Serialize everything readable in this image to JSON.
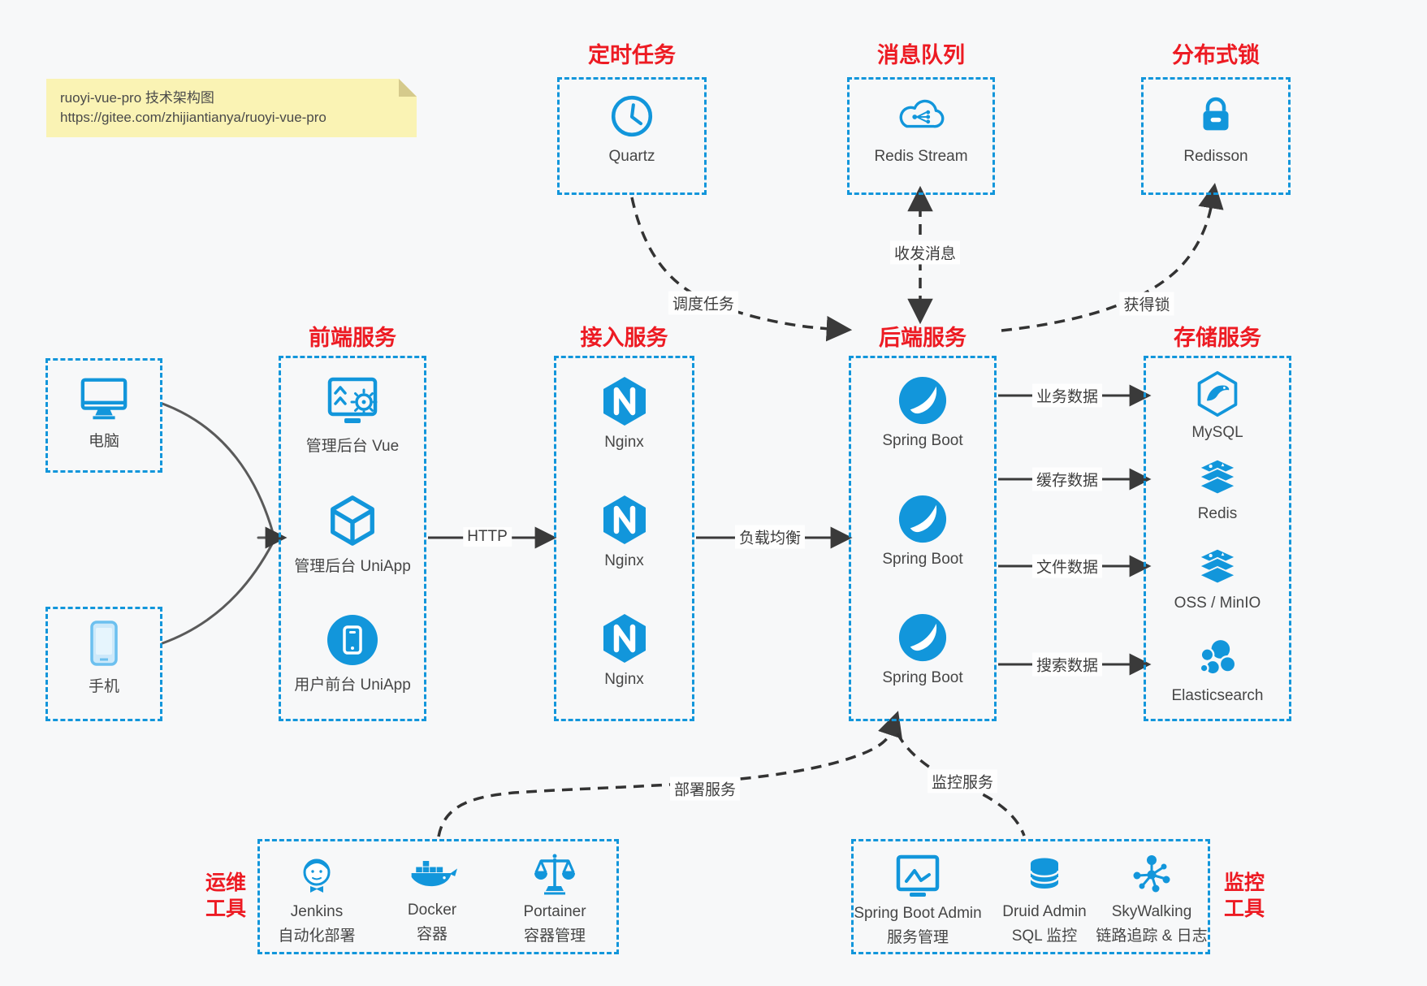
{
  "note": {
    "line1": "ruoyi-vue-pro 技术架构图",
    "line2": "https://gitee.com/zhijiantianya/ruoyi-vue-pro"
  },
  "colors": {
    "accent_blue": "#1296db",
    "title_red": "#ed1b23",
    "arrow_dark": "#3a3a3a",
    "note_yellow": "#faf3b4",
    "background": "#f7f8f9"
  },
  "top_groups": [
    {
      "title": "定时任务",
      "item": "Quartz",
      "icon": "clock-icon"
    },
    {
      "title": "消息队列",
      "item": "Redis Stream",
      "icon": "cloud-stream-icon"
    },
    {
      "title": "分布式锁",
      "item": "Redisson",
      "icon": "lock-icon"
    }
  ],
  "clients": [
    {
      "label": "电脑",
      "icon": "desktop-icon"
    },
    {
      "label": "手机",
      "icon": "phone-icon"
    }
  ],
  "columns": [
    {
      "title": "前端服务",
      "items": [
        "管理后台 Vue",
        "管理后台 UniApp",
        "用户前台 UniApp"
      ],
      "icons": [
        "admin-vue-icon",
        "uniapp-cube-icon",
        "user-uniapp-icon"
      ]
    },
    {
      "title": "接入服务",
      "items": [
        "Nginx",
        "Nginx",
        "Nginx"
      ],
      "icons": [
        "nginx-icon",
        "nginx-icon",
        "nginx-icon"
      ]
    },
    {
      "title": "后端服务",
      "items": [
        "Spring Boot",
        "Spring Boot",
        "Spring Boot"
      ],
      "icons": [
        "spring-icon",
        "spring-icon",
        "spring-icon"
      ]
    },
    {
      "title": "存储服务",
      "items": [
        "MySQL",
        "Redis",
        "OSS / MinIO",
        "Elasticsearch"
      ],
      "icons": [
        "mysql-icon",
        "redis-stack-icon",
        "redis-stack-icon",
        "elasticsearch-icon"
      ]
    }
  ],
  "edges": {
    "http": "HTTP",
    "load_balance": "负载均衡",
    "schedule": "调度任务",
    "message": "收发消息",
    "lock": "获得锁",
    "data_flows": [
      "业务数据",
      "缓存数据",
      "文件数据",
      "搜索数据"
    ],
    "deploy": "部署服务",
    "monitor": "监控服务"
  },
  "bottom_groups": [
    {
      "title_lines": [
        "运维",
        "工具"
      ],
      "items": [
        {
          "name": "Jenkins",
          "desc": "自动化部署",
          "icon": "jenkins-icon"
        },
        {
          "name": "Docker",
          "desc": "容器",
          "icon": "docker-icon"
        },
        {
          "name": "Portainer",
          "desc": "容器管理",
          "icon": "portainer-icon"
        }
      ]
    },
    {
      "title_lines": [
        "监控",
        "工具"
      ],
      "items": [
        {
          "name": "Spring Boot Admin",
          "desc": "服务管理",
          "icon": "monitor-chart-icon"
        },
        {
          "name": "Druid Admin",
          "desc": "SQL 监控",
          "icon": "database-icon"
        },
        {
          "name": "SkyWalking",
          "desc": "链路追踪 & 日志",
          "icon": "network-nodes-icon"
        }
      ]
    }
  ]
}
